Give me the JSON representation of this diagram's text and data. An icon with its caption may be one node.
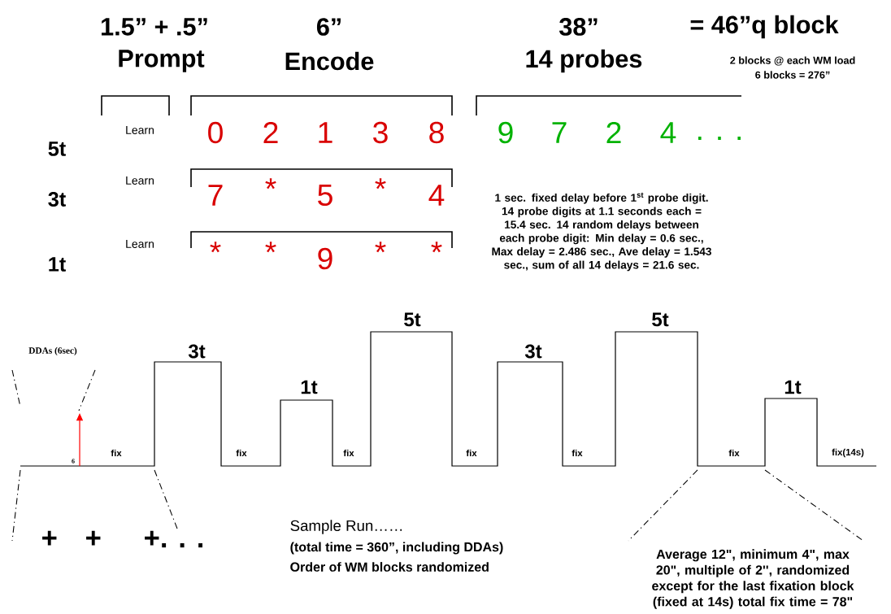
{
  "diagram": {
    "labels": [
      "1.5” + .5”",
      "6”",
      "38”",
      "= 46”q block",
      "Prompt",
      "Encode",
      "14 probes",
      "2 blocks @ each WM load",
      "6 blocks = 276”",
      "5t",
      "Learn",
      "0",
      "2",
      "1",
      "3",
      "8",
      "9",
      "7",
      "2",
      "4",
      ". . .",
      "3t",
      "Learn",
      "7",
      "*",
      "5",
      "*",
      "4",
      "1t",
      "Learn",
      "*",
      "*",
      "9",
      "*",
      "*",
      "1 sec. fixed delay before 1$^{st}$ probe digit. 14 probe digits at 1.1 seconds each = 15.4 sec. 14 random delays between each probe digit: Min delay = 0.6 sec., Max delay = 2.486 sec., Ave delay = 1.543 sec., sum of all 14 delays = 21.6 sec.",
      "DDAs (6sec)",
      "5t",
      "3t",
      "1t",
      "3t",
      "5t",
      "1t",
      "6",
      "fix",
      "fix",
      "fix",
      "fix",
      "fix",
      "fix",
      "fix(14s)",
      "+",
      "+",
      "+. . .",
      "Sample Run……",
      "(total time = 360”, including DDAs)",
      "Order of WM blocks randomized",
      "Average 12\", minimum 4\", max 20\", multiple of 2'', randomized except for the last fixation block (fixed at 14s) total fix time = 78\""
    ]
  }
}
